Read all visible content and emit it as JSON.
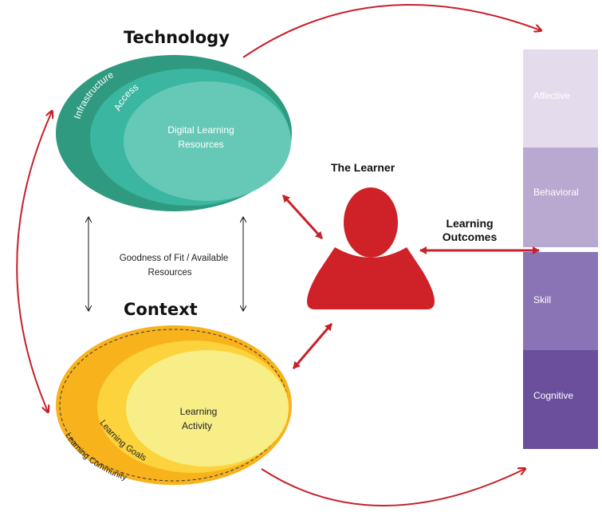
{
  "colors": {
    "tech_outer": "#2f9a7f",
    "tech_mid": "#3bb6a0",
    "tech_inner": "#66c9b7",
    "ctx_outer": "#f8b21c",
    "ctx_mid": "#fcd33d",
    "ctx_inner": "#f8ee88",
    "learner": "#cf2128",
    "arrow": "#c62129",
    "affective": "#e4dcec",
    "behavioral": "#b8a9d0",
    "skill": "#8a74b5",
    "cognitive": "#6b4f9c"
  },
  "technology": {
    "title": "Technology",
    "infrastructure": "Infrastructure",
    "access": "Access",
    "digital_line1": "Digital Learning",
    "digital_line2": "Resources"
  },
  "context": {
    "title": "Context",
    "community": "Learning Community",
    "goals": "Learning Goals",
    "activity_line1": "Learning",
    "activity_line2": "Activity"
  },
  "fit": {
    "line1": "Goodness of Fit / Available",
    "line2": "Resources"
  },
  "learner": {
    "title": "The Learner",
    "icon": "person-icon"
  },
  "outcomes": {
    "line1": "Learning",
    "line2": "Outcomes",
    "levels": [
      "Affective",
      "Behavioral",
      "Skill",
      "Cognitive"
    ]
  }
}
